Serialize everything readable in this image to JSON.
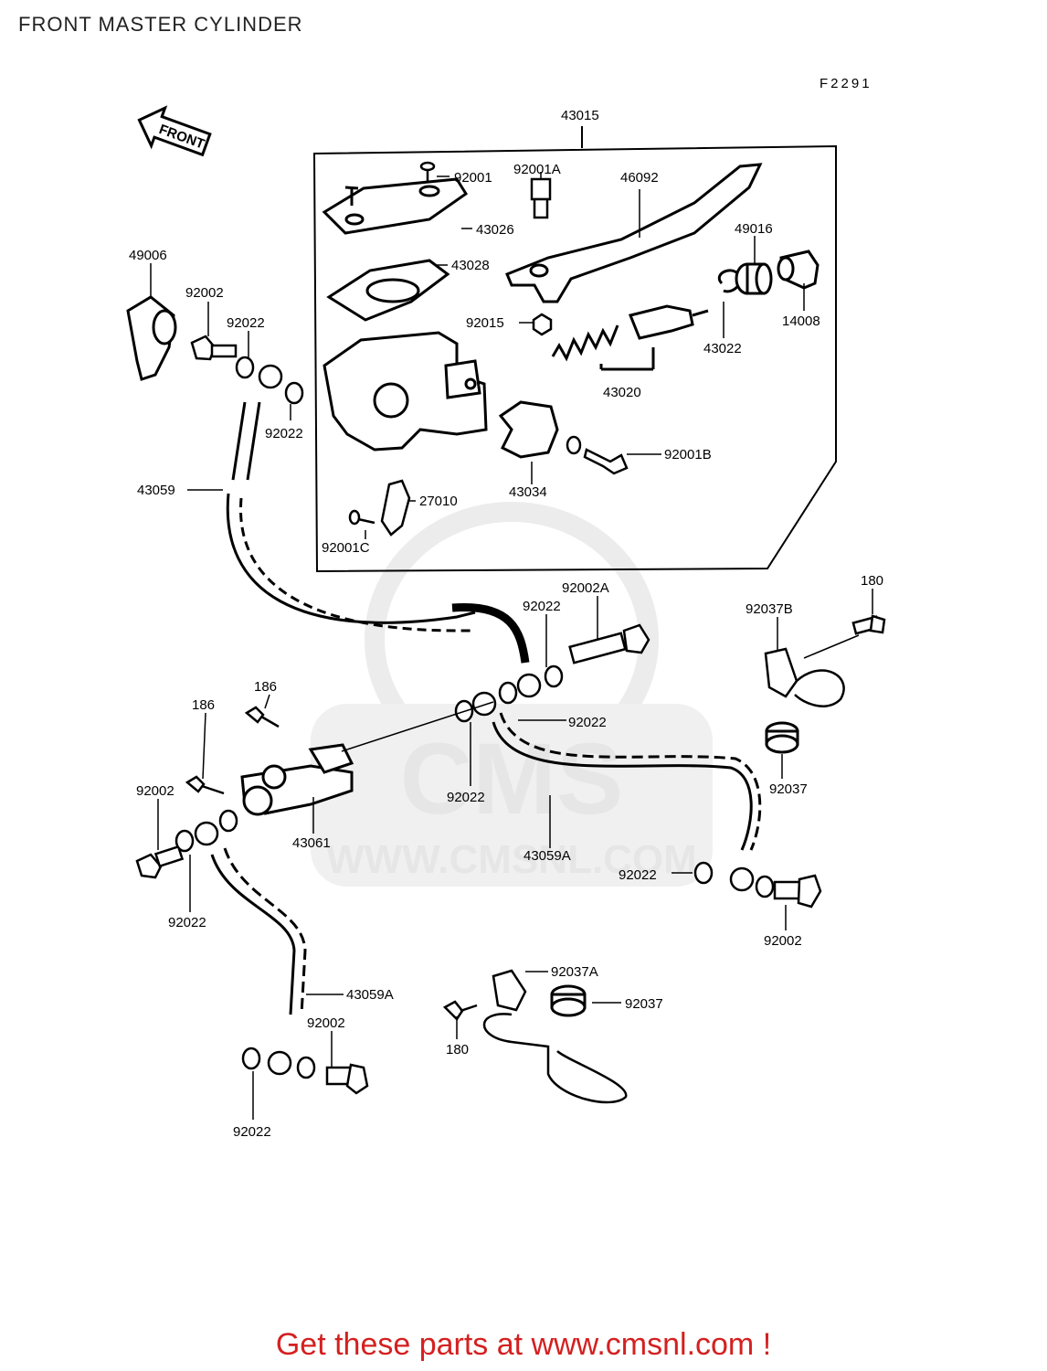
{
  "header": {
    "title": "FRONT MASTER CYLINDER"
  },
  "figure_code": "F2291",
  "front_arrow_label": "FRONT",
  "watermark": {
    "logo_text": "CMS",
    "site_text": "WWW.CMSNL.COM"
  },
  "footer": {
    "cta": "Get these parts at www.cmsnl.com !",
    "cta_color": "#d42020"
  },
  "parts": {
    "p43015": "43015",
    "p92001": "92001",
    "p92001A": "92001A",
    "p46092": "46092",
    "p43026": "43026",
    "p49016": "49016",
    "p43028": "43028",
    "p49006": "49006",
    "p92002_a": "92002",
    "p92022_a": "92022",
    "p92015": "92015",
    "p43022": "43022",
    "p14008": "14008",
    "p43020": "43020",
    "p92022_b": "92022",
    "p92001B": "92001B",
    "p43059": "43059",
    "p43034": "43034",
    "p27010": "27010",
    "p92001C": "92001C",
    "p180_a": "180",
    "p92002A": "92002A",
    "p92022_c": "92022",
    "p92037B": "92037B",
    "p186_a": "186",
    "p186_b": "186",
    "p92022_d": "92022",
    "p92002_b": "92002",
    "p92022_e": "92022",
    "p43061": "43061",
    "p92037_a": "92037",
    "p43059A_a": "43059A",
    "p92022_f": "92022",
    "p92022_g": "92022",
    "p92002_c": "92002",
    "p92037A": "92037A",
    "p43059A_b": "43059A",
    "p92037_b": "92037",
    "p92002_d": "92002",
    "p180_b": "180",
    "p92022_h": "92022"
  }
}
